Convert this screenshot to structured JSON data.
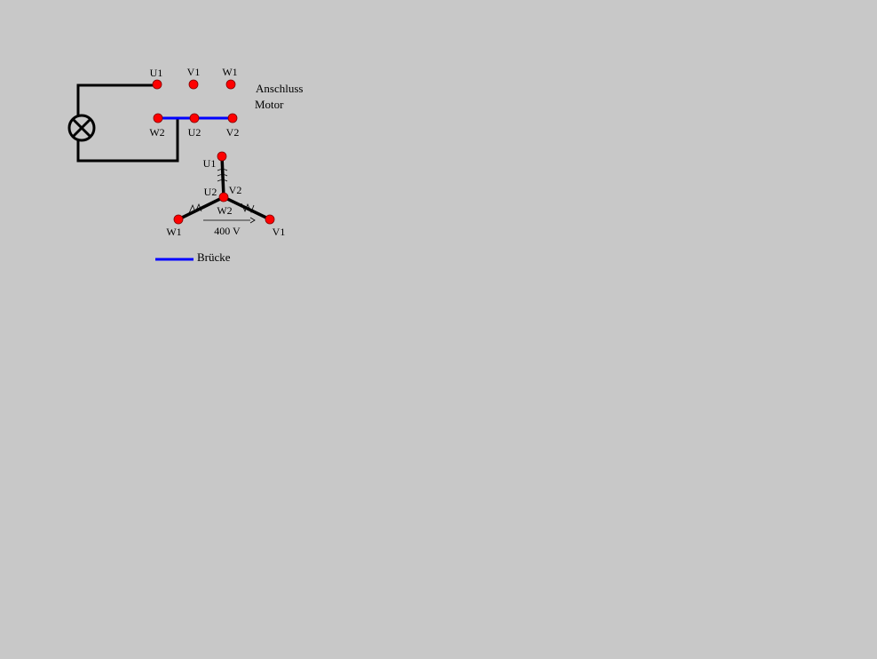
{
  "terminals": {
    "top": [
      "U1",
      "V1",
      "W1"
    ],
    "bottom": [
      "W2",
      "U2",
      "V2"
    ]
  },
  "caption": {
    "line1": "Anschluss",
    "line2": "Motor"
  },
  "star": {
    "u1": "U1",
    "u2": "U2",
    "v2": "V2",
    "w2": "W2",
    "w1": "W1",
    "v1": "V1",
    "voltage": "400 V"
  },
  "legend": {
    "bridge": "Brücke"
  },
  "colors": {
    "terminal": "#ff0000",
    "bridge": "#0000ff",
    "wire": "#000000"
  }
}
